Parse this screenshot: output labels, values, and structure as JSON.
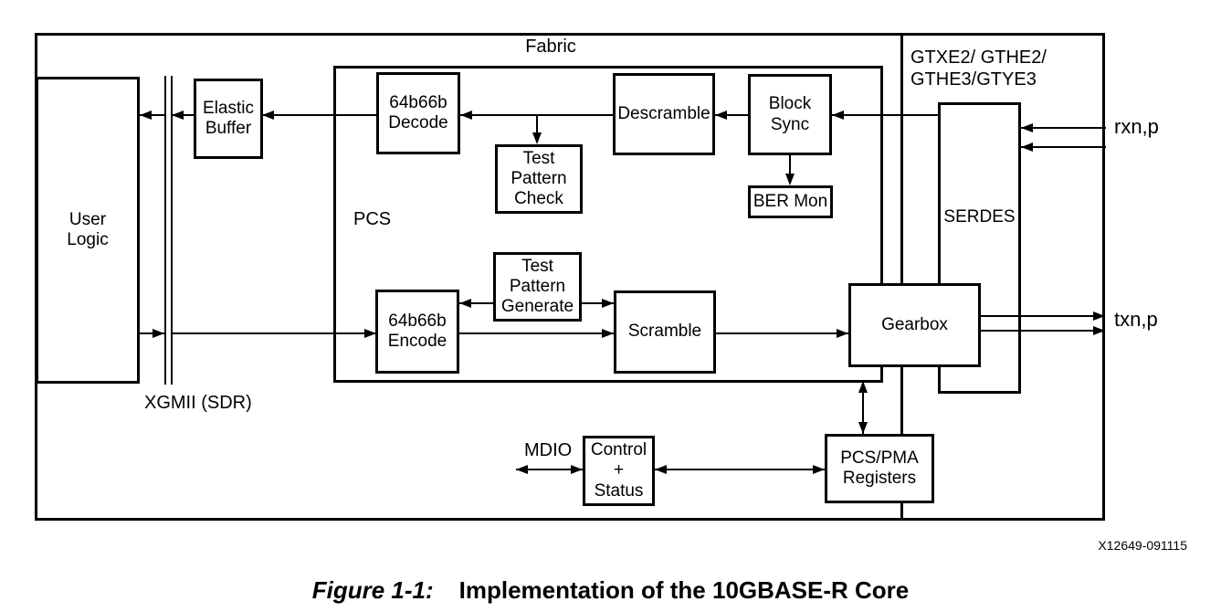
{
  "figure": {
    "fabric_label": "Fabric",
    "gt_block_label": "GTXE2/ GTHE2/\nGTHE3/GTYE3",
    "pcs_label": "PCS",
    "xgmii_label": "XGMII (SDR)",
    "mdio_label": "MDIO",
    "ports": {
      "rx": "rxn,p",
      "tx": "txn,p"
    },
    "blocks": {
      "user_logic": "User\nLogic",
      "elastic_buffer": "Elastic\nBuffer",
      "decode_64b66b": "64b66b\nDecode",
      "test_pattern_check": "Test\nPattern\nCheck",
      "descramble": "Descramble",
      "block_sync": "Block\nSync",
      "ber_mon": "BER Mon",
      "encode_64b66b": "64b66b\nEncode",
      "test_pattern_generate": "Test\nPattern\nGenerate",
      "scramble": "Scramble",
      "gearbox": "Gearbox",
      "serdes": "SERDES",
      "pcs_pma_registers": "PCS/PMA\nRegisters",
      "control_status": "Control\n+\nStatus"
    },
    "part_number": "X12649-091115",
    "caption": {
      "figure_label": "Figure 1-1:",
      "title": "Implementation of the 10GBASE-R Core"
    },
    "colors": {
      "line": "#000000",
      "background": "#ffffff"
    }
  }
}
